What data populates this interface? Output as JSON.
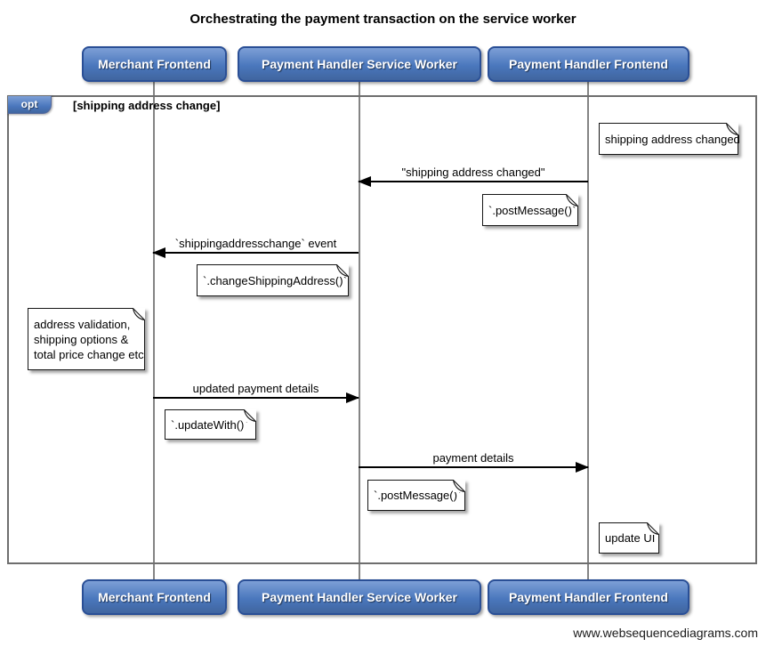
{
  "title": "Orchestrating the payment transaction on the service worker",
  "actors": [
    {
      "label": "Merchant Frontend"
    },
    {
      "label": "Payment Handler Service Worker"
    },
    {
      "label": "Payment Handler Frontend"
    }
  ],
  "fragment": {
    "operator": "opt",
    "guard": "[shipping address change]"
  },
  "messages": [
    {
      "label": "\"shipping address changed\"",
      "from": "Payment Handler Frontend",
      "to": "Payment Handler Service Worker"
    },
    {
      "label": "`shippingaddresschange` event",
      "from": "Payment Handler Service Worker",
      "to": "Merchant Frontend"
    },
    {
      "label": "updated payment details",
      "from": "Merchant Frontend",
      "to": "Payment Handler Service Worker"
    },
    {
      "label": "payment details",
      "from": "Payment Handler Service Worker",
      "to": "Payment Handler Frontend"
    }
  ],
  "notes": [
    {
      "text": "shipping address changed"
    },
    {
      "text": "`.postMessage()`"
    },
    {
      "text": "`.changeShippingAddress()`"
    },
    {
      "lines": [
        "address validation,",
        "shipping options &",
        "total price change etc"
      ]
    },
    {
      "text": "`.updateWith()`"
    },
    {
      "text": "`.postMessage()`"
    },
    {
      "text": "update UI"
    }
  ],
  "watermark": "www.websequencediagrams.com",
  "colors": {
    "actor_fill_top": "#7d9fd6",
    "actor_fill_bottom": "#40659f",
    "actor_border": "#2a4f96",
    "frame_border": "#6e6e6e",
    "lifeline": "#848484",
    "arrow": "#000000",
    "note_fill": "#ffffff",
    "note_border": "#161616"
  }
}
